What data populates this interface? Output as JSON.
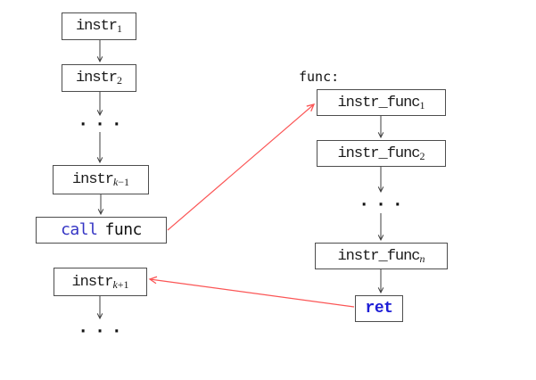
{
  "colors": {
    "box_border": "#4d4d4d",
    "flow_arrow": "#3c3c3c",
    "transfer_arrow_red": "#fb5555",
    "call_keyword_blue": "#3434c4",
    "ret_keyword_blue": "#1d1dd6"
  },
  "caller": {
    "instr1": {
      "base": "instr",
      "sub": "1"
    },
    "instr2": {
      "base": "instr",
      "sub": "2"
    },
    "dots_mid": "...",
    "instr_k_minus_1": {
      "base": "instr",
      "sub_var": "k",
      "sub": "−1"
    },
    "call_box": {
      "keyword": "call",
      "operand": "func"
    },
    "instr_k_plus_1": {
      "base": "instr",
      "sub_var": "k",
      "sub": "+1"
    },
    "dots_end": "..."
  },
  "callee": {
    "label": "func:",
    "instr_func1": {
      "base": "instr_func",
      "sub": "1"
    },
    "instr_func2": {
      "base": "instr_func",
      "sub": "2"
    },
    "dots_mid": "...",
    "instr_func_n": {
      "base": "instr_func",
      "sub_var": "n",
      "sub": ""
    },
    "ret_box": {
      "label": "ret"
    }
  }
}
